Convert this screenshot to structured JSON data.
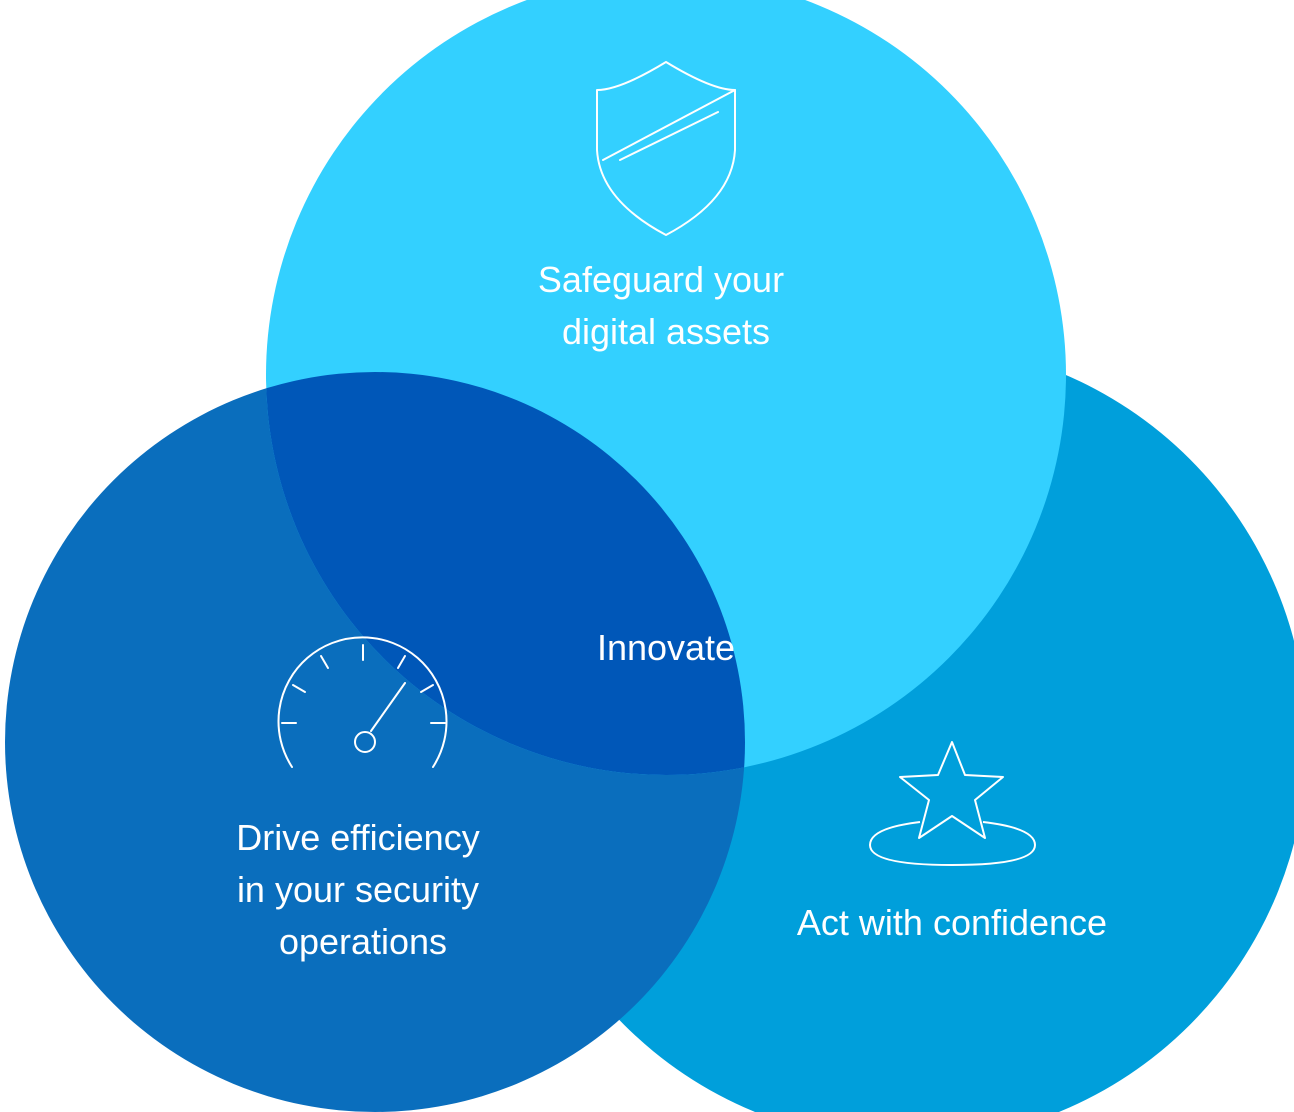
{
  "circles": {
    "top": {
      "label_lines": [
        "Safeguard your",
        "digital assets"
      ],
      "icon": "shield-icon",
      "color": "#33D0FF"
    },
    "left": {
      "label_lines": [
        "Drive efficiency",
        "in your security",
        "operations"
      ],
      "icon": "speedometer-icon",
      "color": "#0A6EBD"
    },
    "right": {
      "label_lines": [
        "Act with confidence"
      ],
      "icon": "star-icon",
      "color": "#009FDB"
    }
  },
  "center": {
    "label": "Innovate",
    "color": "#0057B8"
  }
}
